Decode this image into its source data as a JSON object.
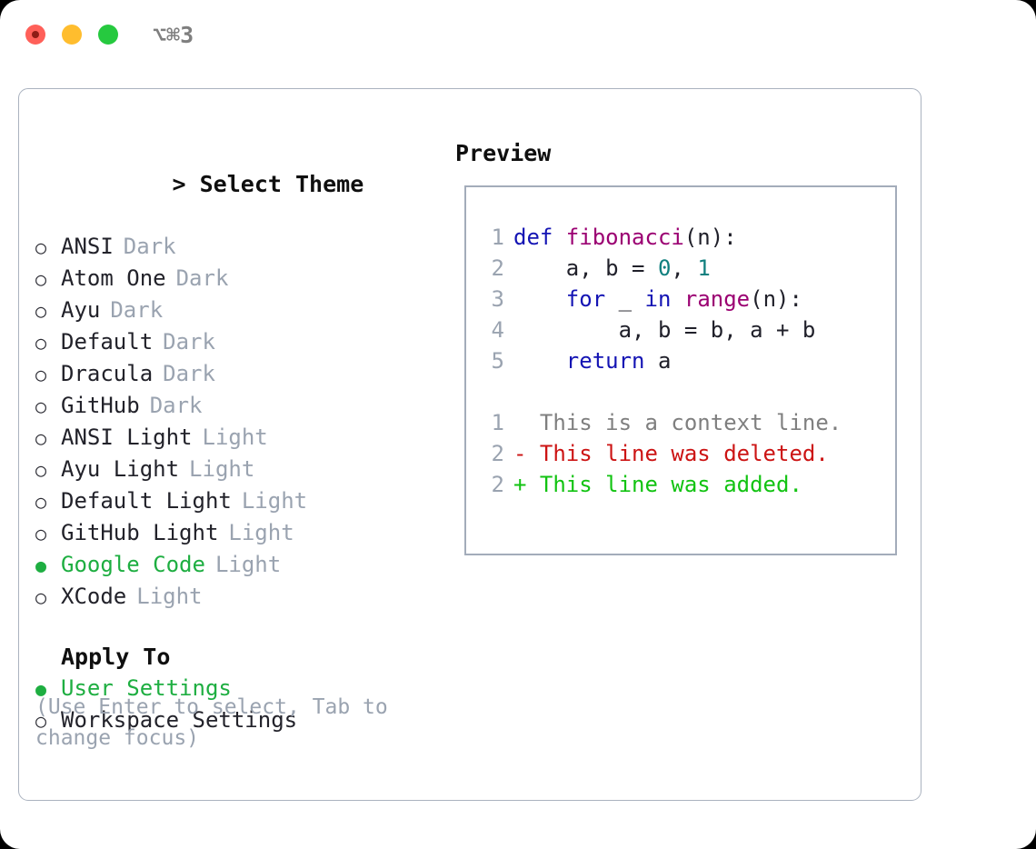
{
  "window": {
    "shortcut": "⌥⌘3",
    "traffic_lights": [
      {
        "name": "close-button",
        "color": "#ff6059"
      },
      {
        "name": "minimize-button",
        "color": "#ffbd2e"
      },
      {
        "name": "maximize-button",
        "color": "#26c93f"
      }
    ]
  },
  "theme_section": {
    "caret": "> ",
    "title": "Select Theme",
    "bullet_off": "○",
    "bullet_on": "●",
    "items": [
      {
        "label": "ANSI",
        "category": "Dark",
        "selected": false
      },
      {
        "label": "Atom One",
        "category": "Dark",
        "selected": false
      },
      {
        "label": "Ayu",
        "category": "Dark",
        "selected": false
      },
      {
        "label": "Default",
        "category": "Dark",
        "selected": false
      },
      {
        "label": "Dracula",
        "category": "Dark",
        "selected": false
      },
      {
        "label": "GitHub",
        "category": "Dark",
        "selected": false
      },
      {
        "label": "ANSI Light",
        "category": "Light",
        "selected": false
      },
      {
        "label": "Ayu Light",
        "category": "Light",
        "selected": false
      },
      {
        "label": "Default Light",
        "category": "Light",
        "selected": false
      },
      {
        "label": "GitHub Light",
        "category": "Light",
        "selected": false
      },
      {
        "label": "Google Code",
        "category": "Light",
        "selected": true
      },
      {
        "label": "XCode",
        "category": "Light",
        "selected": false
      }
    ]
  },
  "apply_section": {
    "title": "Apply To",
    "items": [
      {
        "label": "User Settings",
        "selected": true
      },
      {
        "label": "Workspace Settings",
        "selected": false
      }
    ]
  },
  "help_text": "(Use Enter to select, Tab to change focus)",
  "preview": {
    "title": "Preview",
    "code_lines": [
      {
        "num": "1",
        "tokens": [
          {
            "t": "def ",
            "c": "kw"
          },
          {
            "t": "fibonacci",
            "c": "fn"
          },
          {
            "t": "(n):",
            "c": "pl"
          }
        ]
      },
      {
        "num": "2",
        "tokens": [
          {
            "t": "    a, b = ",
            "c": "pl"
          },
          {
            "t": "0",
            "c": "num"
          },
          {
            "t": ", ",
            "c": "pl"
          },
          {
            "t": "1",
            "c": "num"
          }
        ]
      },
      {
        "num": "3",
        "tokens": [
          {
            "t": "    ",
            "c": "pl"
          },
          {
            "t": "for",
            "c": "kw"
          },
          {
            "t": " _ ",
            "c": "pl"
          },
          {
            "t": "in",
            "c": "kw"
          },
          {
            "t": " ",
            "c": "pl"
          },
          {
            "t": "range",
            "c": "fn"
          },
          {
            "t": "(n):",
            "c": "pl"
          }
        ]
      },
      {
        "num": "4",
        "tokens": [
          {
            "t": "        a, b = b, a + b",
            "c": "pl"
          }
        ]
      },
      {
        "num": "5",
        "tokens": [
          {
            "t": "    ",
            "c": "pl"
          },
          {
            "t": "return",
            "c": "kw"
          },
          {
            "t": " a",
            "c": "pl"
          }
        ]
      }
    ],
    "diff_lines": [
      {
        "num": "1",
        "marker": "  ",
        "text": "This is a context line.",
        "kind": "ctx"
      },
      {
        "num": "2",
        "marker": "- ",
        "text": "This line was deleted.",
        "kind": "del"
      },
      {
        "num": "2",
        "marker": "+ ",
        "text": "This line was added.",
        "kind": "add"
      }
    ]
  },
  "colors": {
    "accent_green": "#1eae41",
    "muted": "#9aa3b0",
    "keyword": "#1414b4",
    "function": "#9b0072",
    "number": "#11807f",
    "plain": "#20202a",
    "context": "#7f7f7f",
    "deleted": "#cc1414",
    "added": "#12c312",
    "border": "#aab2bf"
  }
}
